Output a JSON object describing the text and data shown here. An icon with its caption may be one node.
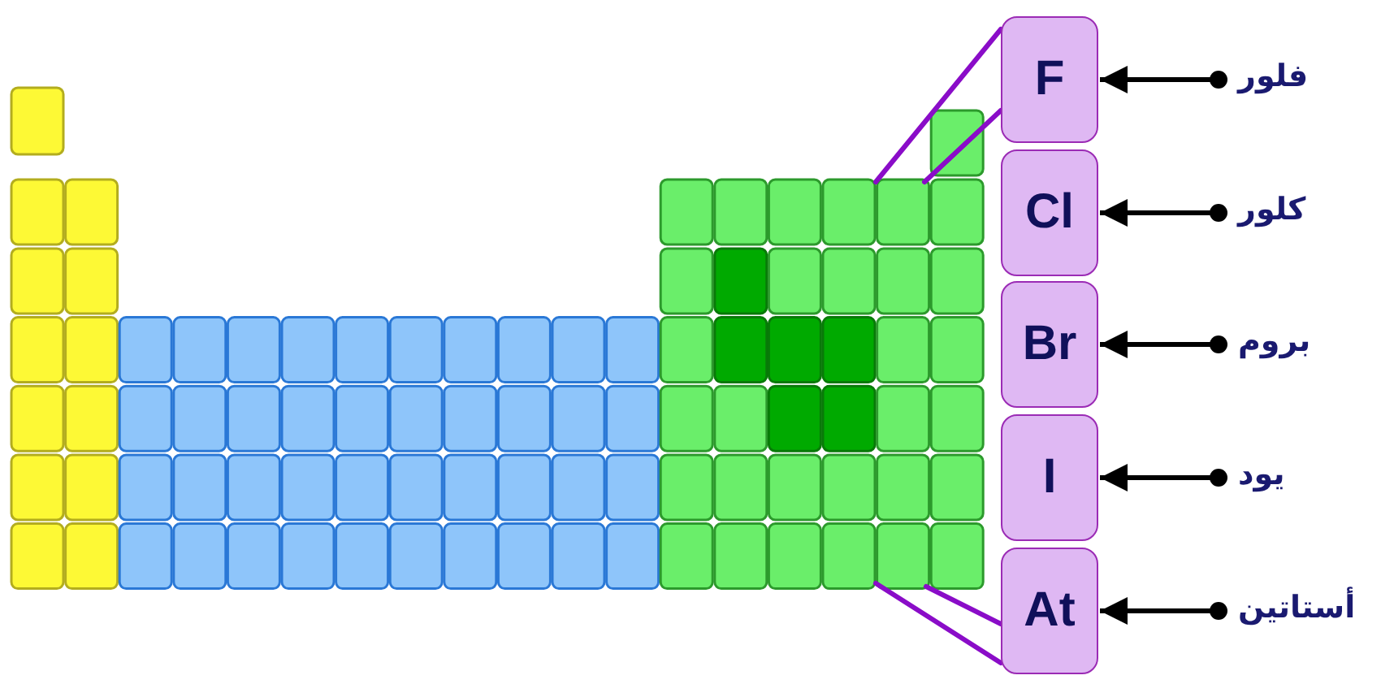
{
  "diagram": {
    "nodes": [
      {
        "text": [
          "F"
        ]
      },
      {
        "text": [
          "فلور"
        ]
      },
      {
        "text": [
          "Cl"
        ]
      },
      {
        "text": [
          "كلور"
        ]
      },
      {
        "text": [
          "Br"
        ]
      },
      {
        "text": [
          "بروم"
        ]
      },
      {
        "text": [
          "I"
        ]
      },
      {
        "text": [
          "يود"
        ]
      },
      {
        "text": [
          "At"
        ]
      },
      {
        "text": [
          "أستاتين"
        ]
      }
    ],
    "edges": [
      {
        "from": 1,
        "to": 0,
        "arrow": "to"
      },
      {
        "from": 3,
        "to": 2,
        "arrow": "to"
      },
      {
        "from": 5,
        "to": 4,
        "arrow": "to"
      },
      {
        "from": 7,
        "to": 6,
        "arrow": "to"
      },
      {
        "from": 9,
        "to": 8,
        "arrow": "to"
      }
    ]
  }
}
